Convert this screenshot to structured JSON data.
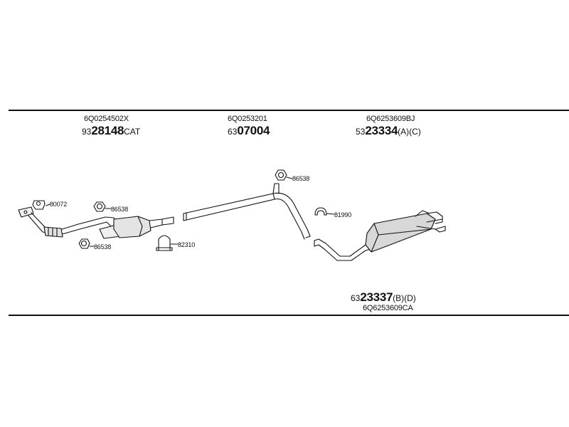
{
  "parts": {
    "catalytic": {
      "oem": "6Q0254502X",
      "prefix": "93",
      "number": "28148",
      "suffix": "CAT"
    },
    "middle_pipe": {
      "oem": "6Q0253201",
      "prefix": "63",
      "number": "07004",
      "suffix": ""
    },
    "rear_silencer_a": {
      "oem": "6Q6253609BJ",
      "prefix": "53",
      "number": "23334",
      "suffix": "(A)(C)"
    },
    "rear_silencer_b": {
      "oem": "6Q6253609CA",
      "prefix": "63",
      "number": "23337",
      "suffix": "(B)(D)"
    }
  },
  "small_parts": {
    "gasket": "80072",
    "clamp_left_top": "86538",
    "clamp_left_bottom": "86538",
    "clamp_mid": "86538",
    "u_bolt": "82310",
    "hanger": "81990"
  },
  "colors": {
    "line": "#111111",
    "fill": "#d8d8d8"
  }
}
